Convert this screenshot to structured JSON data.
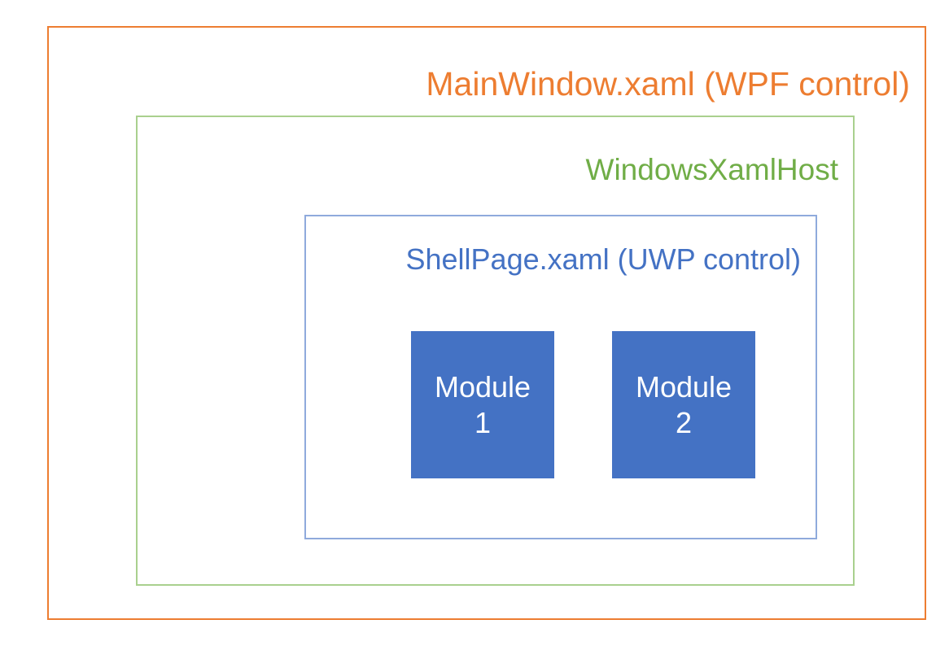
{
  "diagram": {
    "type": "nested-containers",
    "background_color": "#FFFFFF",
    "outer": {
      "title": "MainWindow.xaml (WPF control)",
      "border_color": "#ED7D31",
      "text_color": "#ED7D31"
    },
    "middle": {
      "title": "WindowsXamlHost",
      "border_color": "#A9D08E",
      "text_color": "#70AD47"
    },
    "inner": {
      "title": "ShellPage.xaml (UWP control)",
      "border_color": "#8FAADC",
      "text_color": "#4472C4"
    },
    "modules": [
      {
        "label": "Module",
        "number": "1",
        "fill_color": "#4472C4",
        "text_color": "#FFFFFF"
      },
      {
        "label": "Module",
        "number": "2",
        "fill_color": "#4472C4",
        "text_color": "#FFFFFF"
      }
    ]
  }
}
